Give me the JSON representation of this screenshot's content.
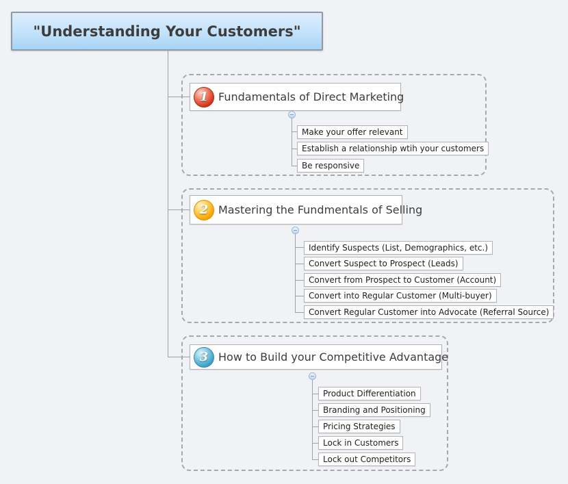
{
  "central_topic": {
    "label": "\"Understanding Your Customers\""
  },
  "branches": [
    {
      "number": "1",
      "label": "Fundamentals of Direct Marketing",
      "collapse_icon": "minus",
      "subtopics": [
        "Make your offer relevant",
        "Establish a relationship wtih your customers",
        "Be responsive"
      ]
    },
    {
      "number": "2",
      "label": "Mastering the Fundmentals of Selling",
      "collapse_icon": "minus",
      "subtopics": [
        "Identify Suspects (List, Demographics, etc.)",
        "Convert Suspect to Prospect (Leads)",
        "Convert from Prospect to Customer (Account)",
        "Convert into Regular Customer (Multi-buyer)",
        "Convert Regular Customer into Advocate (Referral Source)"
      ]
    },
    {
      "number": "3",
      "label": "How to Build your Competitive Advantage",
      "collapse_icon": "minus",
      "subtopics": [
        "Product Differentiation",
        "Branding and Positioning",
        "Pricing Strategies",
        "Lock in Customers",
        "Lock out Competitors"
      ]
    }
  ],
  "colors": {
    "canvas_background": "#f0f2f6",
    "central_topic_gradient_top": "#ddeefd",
    "central_topic_gradient_bottom": "#a6d4f6",
    "central_topic_border": "#8e99a4",
    "topic_border": "#b0b3b6",
    "boundary_dash": "#a5a8ab",
    "connector": "#9aa1a8",
    "badge_1_red": "#d63a1e",
    "badge_2_orange": "#fca508",
    "badge_3_blue": "#3fa3cb"
  }
}
